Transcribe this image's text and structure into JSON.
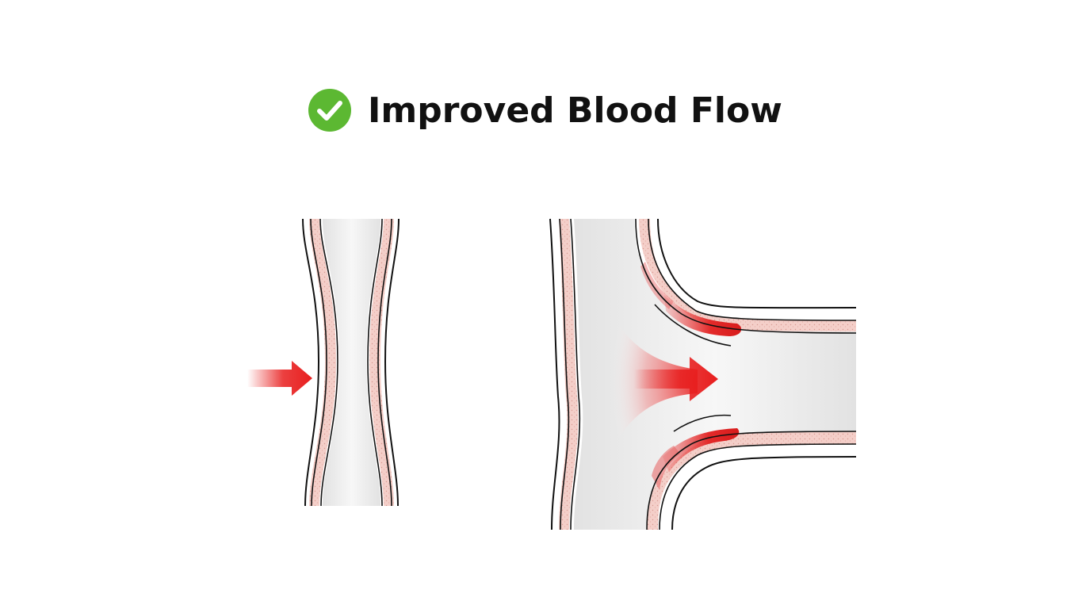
{
  "header": {
    "title": "Improved Blood Flow",
    "status_icon": "check-circle-icon"
  },
  "colors": {
    "check_green": "#5cb832",
    "flow_red": "#e81e1e",
    "vessel_wall_pink": "#f2c6c0",
    "vessel_lumen": "#efefef",
    "outline": "#111111"
  },
  "illustrations": [
    {
      "id": "narrowed-vessel",
      "flow_arrow": "arrow-right-icon"
    },
    {
      "id": "widened-branch-vessel",
      "flow_arrow": "arrow-right-icon"
    }
  ]
}
